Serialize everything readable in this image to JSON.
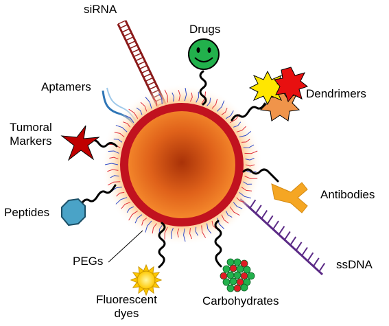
{
  "labels": {
    "sirna": "siRNA",
    "drugs": "Drugs",
    "aptamers": "Aptamers",
    "dendrimers": "Dendrimers",
    "tumoral_line1": "Tumoral",
    "tumoral_line2": "Markers",
    "antibodies": "Antibodies",
    "peptides": "Peptides",
    "pegs": "PEGs",
    "ssdna": "ssDNA",
    "fluorescent_line1": "Fluorescent",
    "fluorescent_line2": "dyes",
    "carbohydrates": "Carbohydrates"
  },
  "colors": {
    "core_center": "#c2410c",
    "core_edge": "#f0781e",
    "ring": "#c1121f",
    "glow": "#ffd9a8",
    "sirna": "#8b1a1a",
    "ssdna": "#5b2a86",
    "drug_face": "#22b14c",
    "aptamer": "#2e75b6",
    "tumor_star": "#c00000",
    "peptide": "#4aa3c7",
    "antibody": "#f5a623",
    "dendrimer_yellow": "#ffe600",
    "dendrimer_red": "#e81010",
    "dendrimer_orange": "#f0944a",
    "dye_sun": "#ffd700",
    "carb_green": "#22b14c",
    "carb_red": "#e01b24",
    "peg_red": "#e0303a",
    "peg_blue": "#2f49c9"
  },
  "icons": {
    "drug": "smiley-face-icon",
    "tumoral_marker": "four-point-star-icon",
    "peptide": "octagon-icon",
    "antibody": "y-shape-icon",
    "dendrimer": "starburst-cluster-icon",
    "fluorescent_dye": "sun-icon",
    "carbohydrate": "bead-cluster-icon",
    "aptamer": "strand-icon"
  }
}
